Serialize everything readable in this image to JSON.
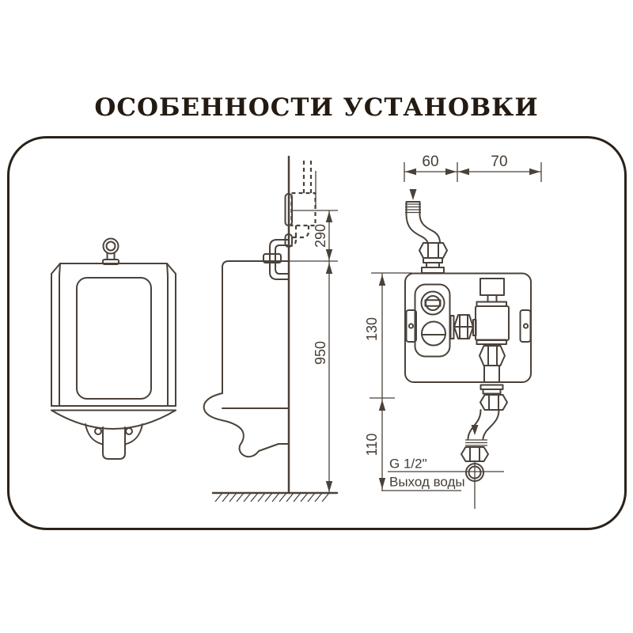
{
  "title": "ОСОБЕННОСТИ УСТАНОВКИ",
  "side_view": {
    "dim_inlet_to_box": "290",
    "dim_floor_to_inlet": "950"
  },
  "valve_detail": {
    "dim_width_left": "60",
    "dim_width_right": "70",
    "dim_height_upper": "130",
    "dim_height_lower": "110",
    "outlet_thread": "G 1/2\"",
    "outlet_label": "Выход воды"
  },
  "colors": {
    "line": "#4a423a",
    "panel_border": "#2a2118",
    "title_text": "#231a12",
    "background": "#ffffff"
  }
}
